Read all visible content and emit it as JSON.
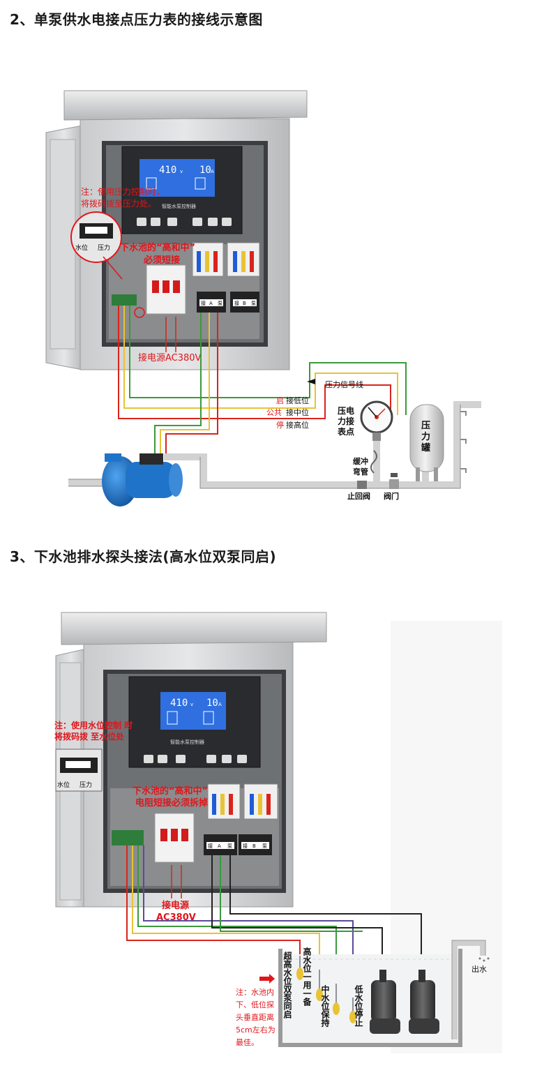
{
  "section2": {
    "heading": "2、单泵供水电接点压力表的接线示意图",
    "screen_voltage": "410",
    "screen_voltage_unit": "v",
    "screen_current": "10",
    "screen_current_unit": "A",
    "controller_name": "智能水泵控制器",
    "note_line1": "注：使用压力控制时，",
    "note_line2": "将拨码拨至压力处。",
    "switch_left": "水位",
    "switch_right": "压力",
    "short_line1": "下水池的“高和中”",
    "short_line2": "必须短接",
    "terminal_a": [
      "接",
      "A",
      "泵"
    ],
    "terminal_b": [
      "接",
      "B",
      "泵"
    ],
    "power_label": "接电源AC380V",
    "signal_label": "压力信号线",
    "start_word": "启",
    "start_text": "接低位",
    "common_word": "公共",
    "common_text": "接中位",
    "stop_word": "停",
    "stop_text": "接高位",
    "gauge_label": "压电力接表点",
    "gauge_lines": [
      "压电",
      "力接",
      "表点"
    ],
    "tank_label": "压力罐",
    "buffer_pipe": [
      "缓冲",
      "弯管"
    ],
    "check_valve": "止回阀",
    "valve": "阀门"
  },
  "section3": {
    "heading": "3、下水池排水探头接法(高水位双泵同启)",
    "screen_voltage": "410",
    "screen_voltage_unit": "v",
    "screen_current": "10",
    "screen_current_unit": "A",
    "controller_name": "智能水泵控制器",
    "note_line1": "注：使用水位控制 时",
    "note_line2": "将拨码拨 至水位处",
    "switch_left": "水位",
    "switch_right": "压力",
    "short_line1": "下水池的“高和中”",
    "short_line2": "电阻短接必须拆掉",
    "terminal_a": [
      "接",
      "A",
      "泵"
    ],
    "terminal_b": [
      "接",
      "B",
      "泵"
    ],
    "power_line1": "接电源",
    "power_line2": "AC380V",
    "probe_super": "超高水位双泵同启",
    "probe_high": "高水位一用一备",
    "probe_mid": "中水位保持",
    "probe_low": "低水位停止",
    "outlet": "出水",
    "tip_lines": [
      "注：水池内",
      "下、低位探",
      "头垂直距离",
      "5cm左右为",
      "最佳。"
    ]
  },
  "colors": {
    "wire_red": "#d9241c",
    "wire_yellow": "#e8c334",
    "wire_green": "#3a9a3a",
    "wire_black": "#222222",
    "wire_purple": "#5a4a9a",
    "label_red": "#e0161b",
    "screen_blue": "#2f6fe0",
    "pump_blue": "#1f74c9"
  }
}
